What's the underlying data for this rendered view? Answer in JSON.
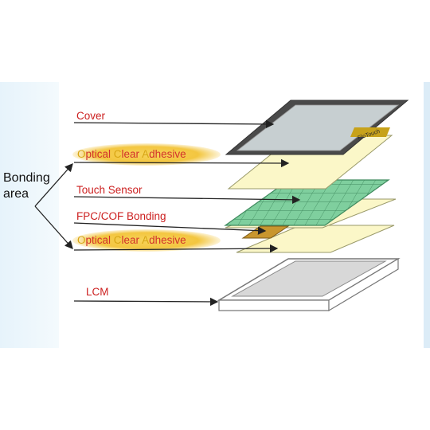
{
  "labels": {
    "cover": "Cover",
    "touch_sensor": "Touch Sensor",
    "fpc_cof_bonding": "FPC/COF Bonding",
    "lcm": "LCM"
  },
  "oca_top": {
    "l1": "O",
    "r1": "ptical ",
    "l2": "C",
    "r2": "lear ",
    "l3": "A",
    "r3": "dhesive"
  },
  "oca_bottom": {
    "l1": "O",
    "r1": "ptical ",
    "l2": "C",
    "r2": "lear ",
    "l3": "A",
    "r3": "dhesive"
  },
  "bonding_area": {
    "line1": "Bonding",
    "line2": "area"
  },
  "cover_logo": "EloTouch",
  "colors": {
    "label_red": "#cc1f1f",
    "oca_highlight": "#f5c842",
    "oca_layer": "#fbf7c8",
    "sensor_green": "#7fcf9e",
    "cover_frame": "#4a4a4a",
    "cover_glass": "#c7cfd1",
    "bonding_pad": "#c8962e",
    "left_band": "#e6f3fb"
  }
}
